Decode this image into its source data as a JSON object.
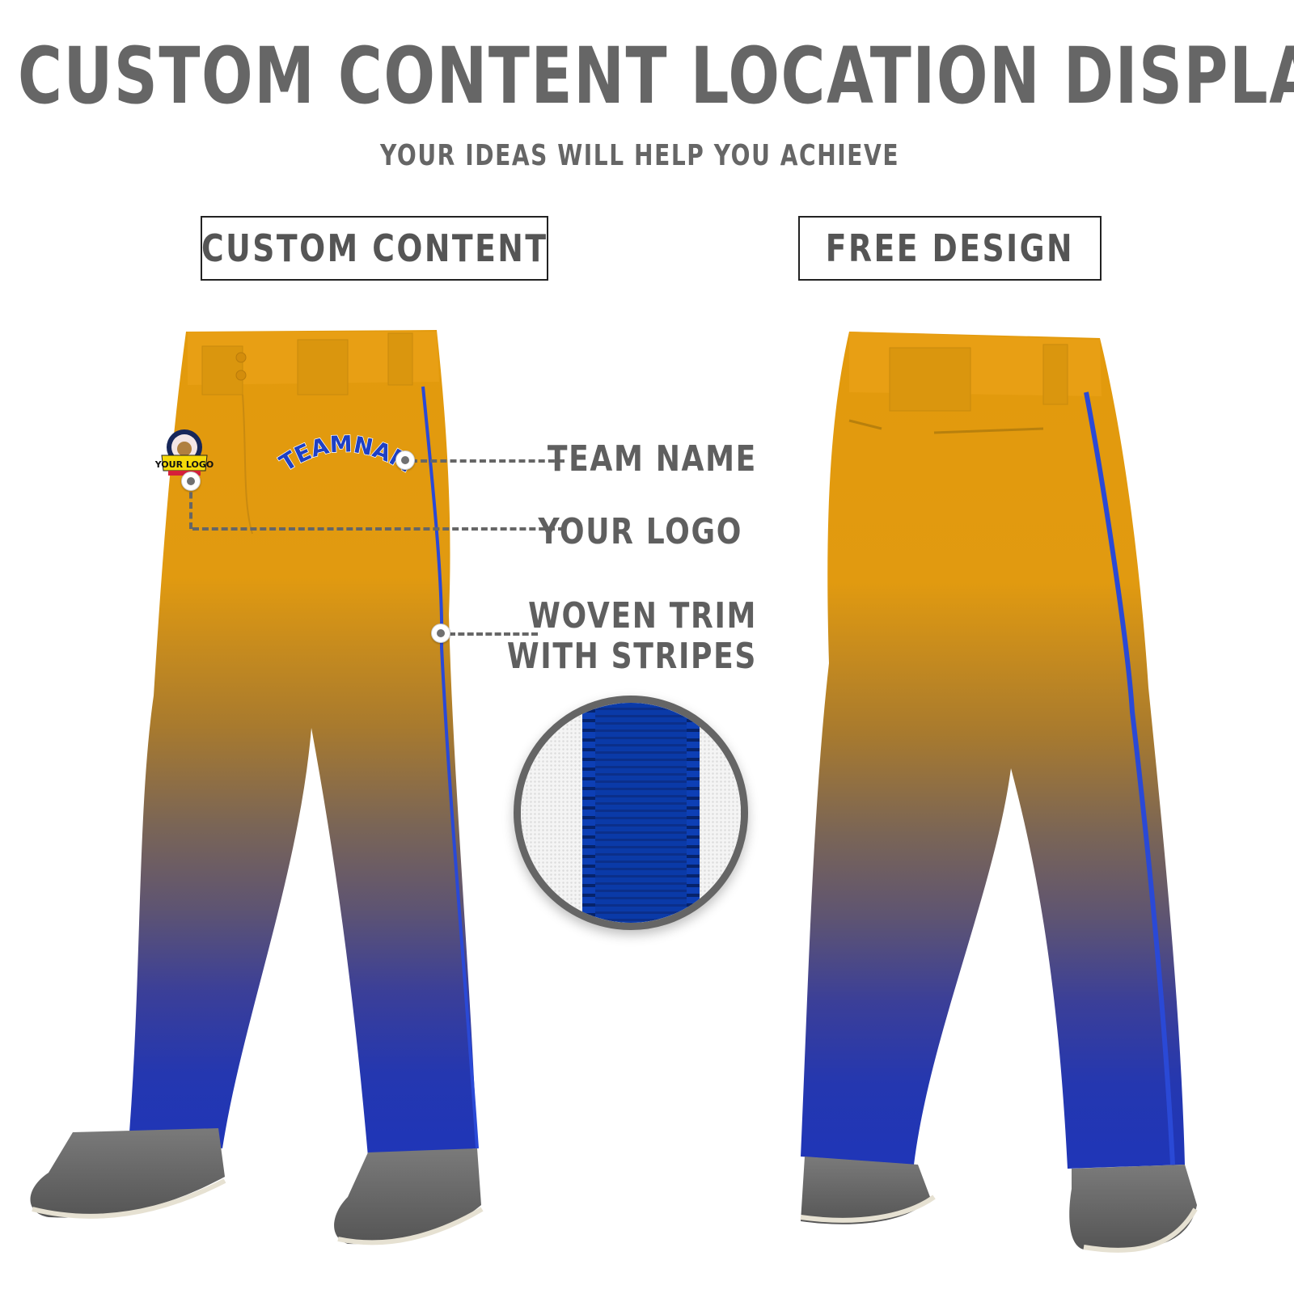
{
  "header": {
    "title": "CUSTOM CONTENT LOCATION DISPLAY",
    "subtitle": "YOUR IDEAS WILL HELP YOU ACHIEVE"
  },
  "sections": {
    "left_label": "CUSTOM CONTENT",
    "right_label": "FREE DESIGN"
  },
  "callouts": [
    {
      "label": "TEAM NAME"
    },
    {
      "label": "YOUR LOGO"
    },
    {
      "label_line1": "WOVEN TRIM",
      "label_line2": "WITH STRIPES"
    }
  ],
  "garment": {
    "type": "baseball pants",
    "front_text": "TEAMNAME",
    "logo_text": "YOUR LOGO",
    "gradient_top": "#E39A0C",
    "gradient_mid": "#6E5E6A",
    "gradient_bottom": "#2237B0",
    "piping_color": "#2A49D6",
    "cleat_color": "#6a6a6a",
    "sole_color": "#e6e1d2"
  },
  "detail": {
    "trim_color": "#0A3AA8",
    "fabric_color": "#F2F2F2",
    "ring_color": "#656565"
  }
}
